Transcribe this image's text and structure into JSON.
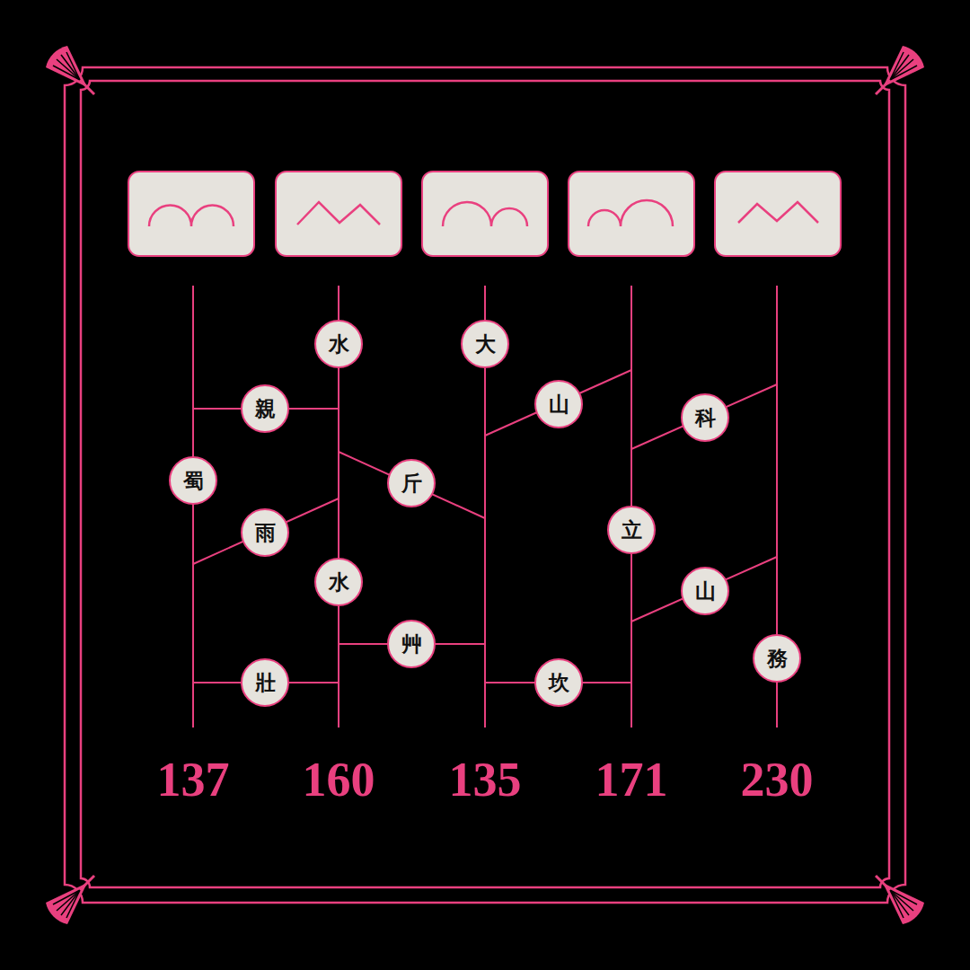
{
  "diagram": {
    "nodes": [
      {
        "text": [
          "水"
        ]
      },
      {
        "text": [
          "大"
        ]
      },
      {
        "text": [
          "親"
        ]
      },
      {
        "text": [
          "山"
        ]
      },
      {
        "text": [
          "科"
        ]
      },
      {
        "text": [
          "蜀"
        ]
      },
      {
        "text": [
          "斤"
        ]
      },
      {
        "text": [
          "雨"
        ]
      },
      {
        "text": [
          "立"
        ]
      },
      {
        "text": [
          "水"
        ]
      },
      {
        "text": [
          "山"
        ]
      },
      {
        "text": [
          "艸"
        ]
      },
      {
        "text": [
          "務"
        ]
      },
      {
        "text": [
          "壯"
        ]
      },
      {
        "text": [
          "坎"
        ]
      }
    ],
    "labels": [
      "137",
      "160",
      "135",
      "171",
      "230"
    ]
  }
}
